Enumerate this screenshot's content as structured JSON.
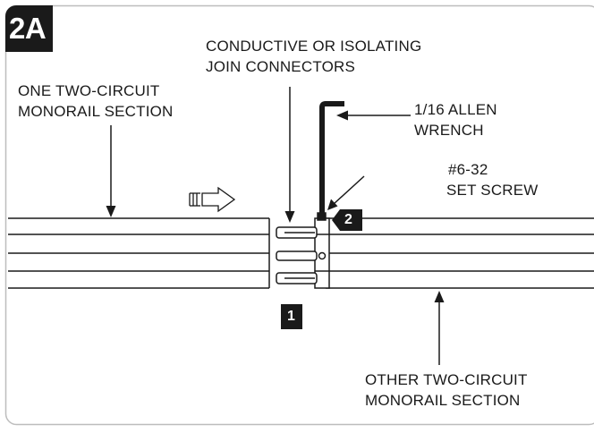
{
  "figure_id": "2A",
  "labels": {
    "join_connectors": [
      "CONDUCTIVE OR ISOLATING",
      "JOIN CONNECTORS"
    ],
    "left_section": [
      "ONE TWO-CIRCUIT",
      "MONORAIL SECTION"
    ],
    "allen_wrench": [
      "1/16 ALLEN",
      "WRENCH"
    ],
    "set_screw": [
      "#6-32",
      "SET SCREW"
    ],
    "right_section": [
      "OTHER TWO-CIRCUIT",
      "MONORAIL SECTION"
    ]
  },
  "steps": {
    "step1": "1",
    "step2": "2"
  },
  "colors": {
    "ink": "#1a1a1a",
    "frame": "#bdbdbd",
    "background": "#ffffff"
  }
}
